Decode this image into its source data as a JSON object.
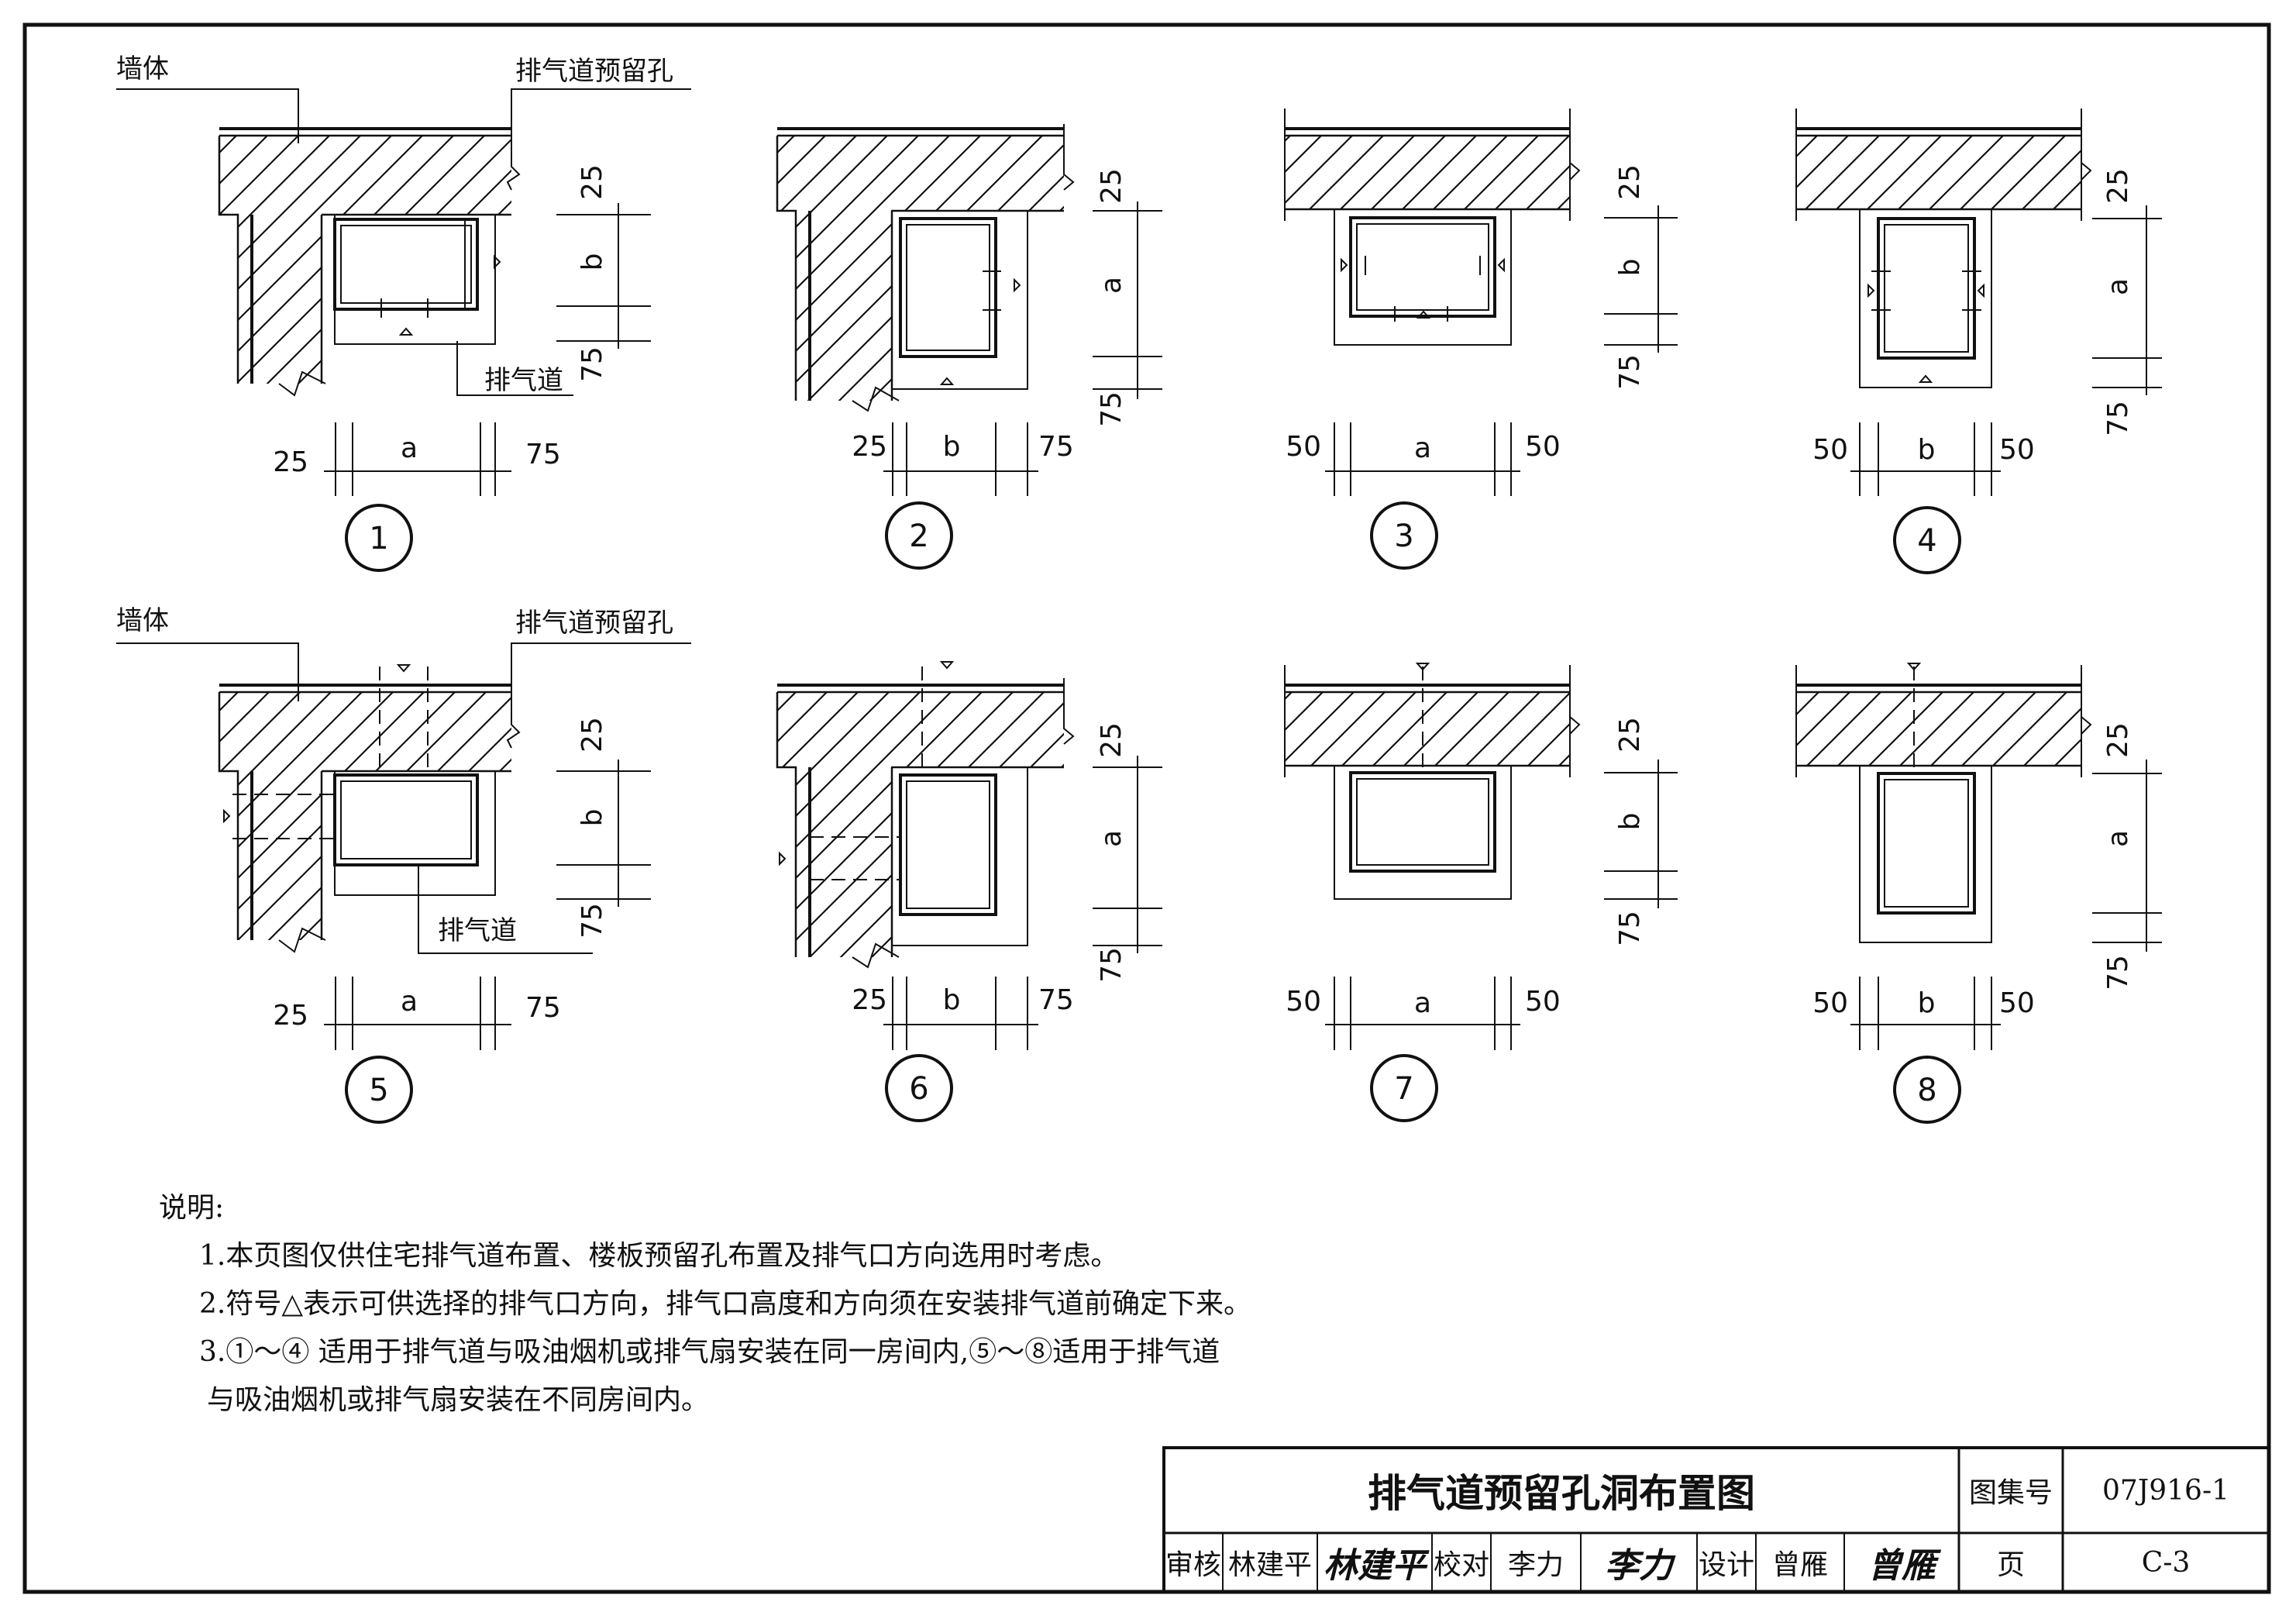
{
  "callouts": {
    "wall": "墙体",
    "reserved_hole": "排气道预留孔",
    "exhaust_duct": "排气道"
  },
  "dims": {
    "d25": "25",
    "d50": "50",
    "d75": "75",
    "a": "a",
    "b": "b"
  },
  "details": [
    "1",
    "2",
    "3",
    "4",
    "5",
    "6",
    "7",
    "8"
  ],
  "notes": {
    "heading": "说明:",
    "line1": "1.本页图仅供住宅排气道布置、楼板预留孔布置及排气口方向选用时考虑。",
    "line2": "2.符号△表示可供选择的排气口方向，排气口高度和方向须在安装排气道前确定下来。",
    "line3": "3.①～④ 适用于排气道与吸油烟机或排气扇安装在同一房间内,⑤～⑧适用于排气道",
    "line3b": "与吸油烟机或排气扇安装在不同房间内。"
  },
  "title_block": {
    "title": "排气道预留孔洞布置图",
    "atlas_label": "图集号",
    "atlas_no": "07J916-1",
    "review_label": "审核",
    "reviewer": "林建平",
    "review_sign": "林建平",
    "check_label": "校对",
    "checker": "李力",
    "check_sign": "李力",
    "design_label": "设计",
    "designer": "曾雁",
    "design_sign": "曾雁",
    "page_label": "页",
    "page_no": "C-3"
  }
}
